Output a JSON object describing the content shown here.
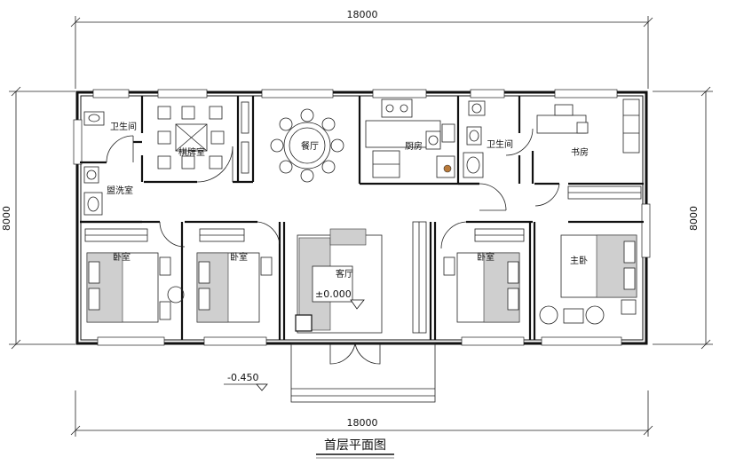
{
  "dimensions": {
    "top_width": "18000",
    "bottom_width": "18000",
    "left_height": "8000",
    "right_height": "8000"
  },
  "rooms": {
    "toilet_left": "卫生间",
    "mahjong": "棋牌室",
    "dining": "餐厅",
    "kitchen": "厨房",
    "toilet_right": "卫生间",
    "study": "书房",
    "laundry": "盥洗室",
    "bedroom_1": "卧室",
    "bedroom_2": "卧室",
    "living": "客厅",
    "bedroom_3": "卧室",
    "master": "主卧"
  },
  "levels": {
    "floor": "±0.000",
    "outdoor": "-0.450"
  },
  "title": "首层平面图"
}
